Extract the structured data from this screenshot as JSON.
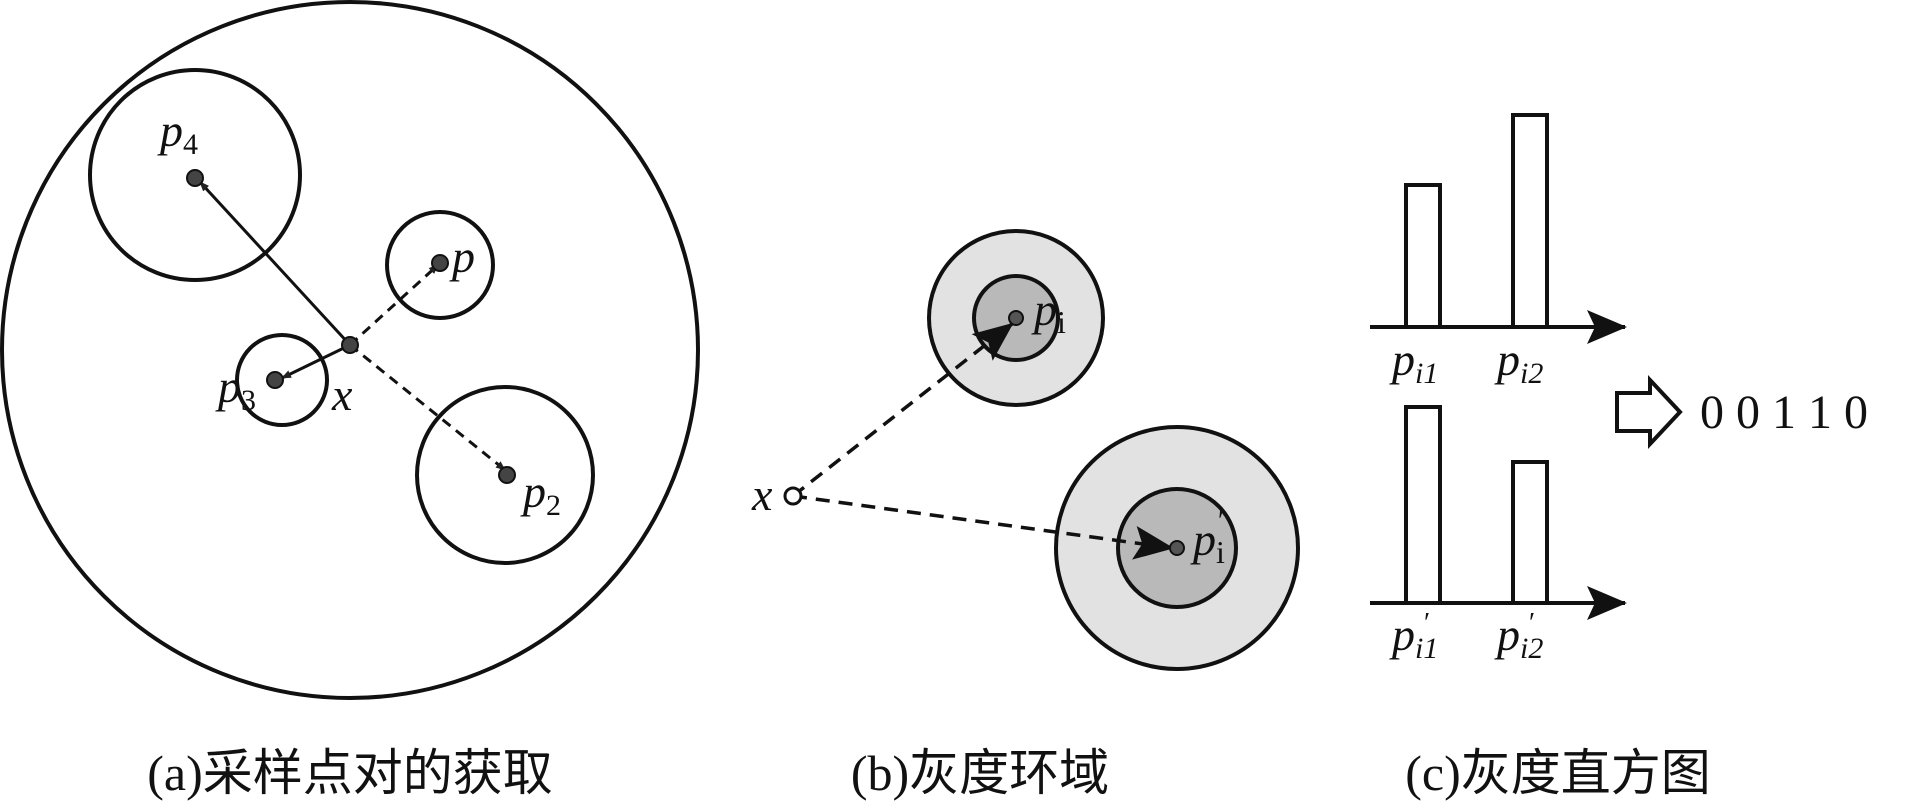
{
  "panel_a": {
    "points": {
      "p4": "p",
      "p4_sub": "4",
      "p": "p",
      "p3": "p",
      "p3_sub": "3",
      "x": "x",
      "p2": "p",
      "p2_sub": "2"
    },
    "caption": "(a)采样点对的获取"
  },
  "panel_b": {
    "x": "x",
    "pi": "p",
    "pi_sub": "i",
    "pi_prime": "p",
    "pi_prime_sub": "i",
    "caption": "(b)灰度环域"
  },
  "panel_c": {
    "top_labels": [
      {
        "main": "p",
        "sub": "i1"
      },
      {
        "main": "p",
        "sub": "i2"
      }
    ],
    "bottom_labels": [
      {
        "main": "p",
        "sub": "i1"
      },
      {
        "main": "p",
        "sub": "i2"
      }
    ],
    "binary_code": "0 0 1 1 0",
    "caption": "(c)灰度直方图"
  }
}
